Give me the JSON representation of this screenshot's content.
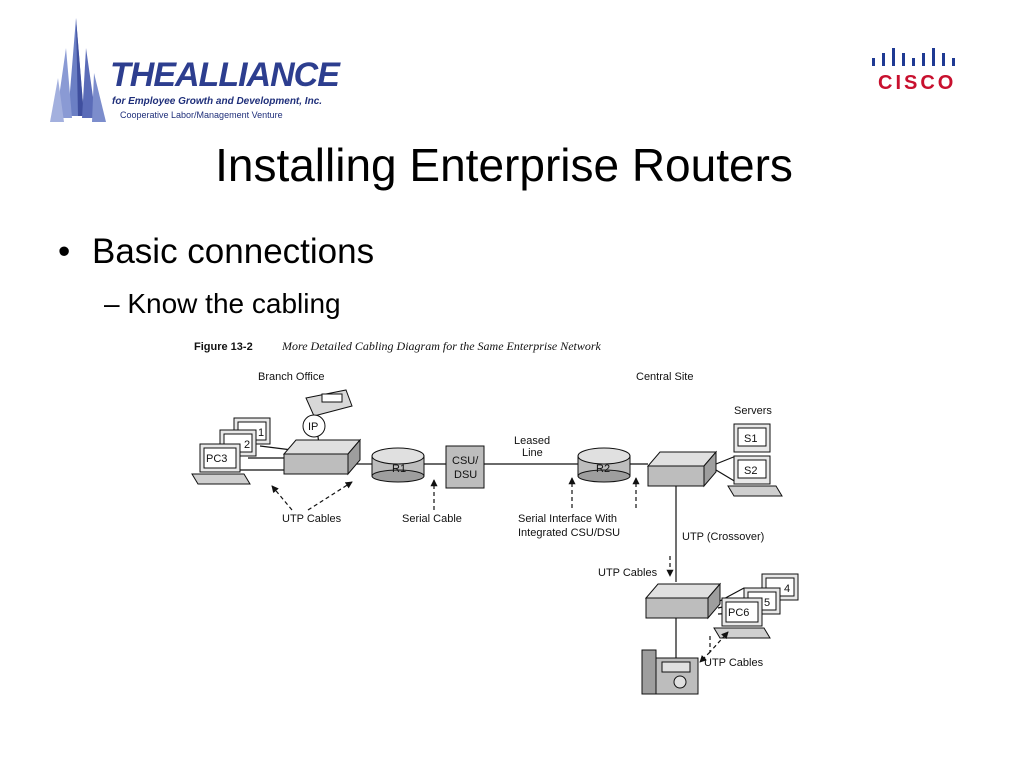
{
  "logo_left": {
    "wordmark": "THEALLIANCE",
    "line1": "for Employee Growth and Development, Inc.",
    "line2": "Cooperative Labor/Management Venture",
    "color": "#2d3e8f"
  },
  "logo_right": {
    "wordmark": "CISCO",
    "color": "#c8102e"
  },
  "title": "Installing Enterprise Routers",
  "bullets": [
    {
      "text": "Basic connections",
      "marker": "•"
    },
    {
      "text": "Know the cabling",
      "marker": "–"
    }
  ],
  "figure": {
    "caption_label": "Figure 13-2",
    "caption_title": "More Detailed Cabling Diagram for the Same Enterprise Network",
    "labels": {
      "branch_office": "Branch Office",
      "central_site": "Central Site",
      "servers": "Servers",
      "leased_line_1": "Leased",
      "leased_line_2": "Line",
      "utp_cables_branch": "UTP Cables",
      "serial_cable": "Serial Cable",
      "serial_iface_1": "Serial Interface With",
      "serial_iface_2": "Integrated CSU/DSU",
      "utp_crossover": "UTP (Crossover)",
      "utp_cables_central": "UTP Cables",
      "utp_cables_phone": "UTP Cables"
    },
    "devices": {
      "pc3": "PC3",
      "pc2": "2",
      "pc1": "1",
      "ip_phone": "IP",
      "r1": "R1",
      "csu1": "CSU/",
      "csu2": "DSU",
      "r2": "R2",
      "s1": "S1",
      "s2": "S2",
      "pc6": "PC6",
      "pc5": "5",
      "pc4": "4"
    }
  }
}
